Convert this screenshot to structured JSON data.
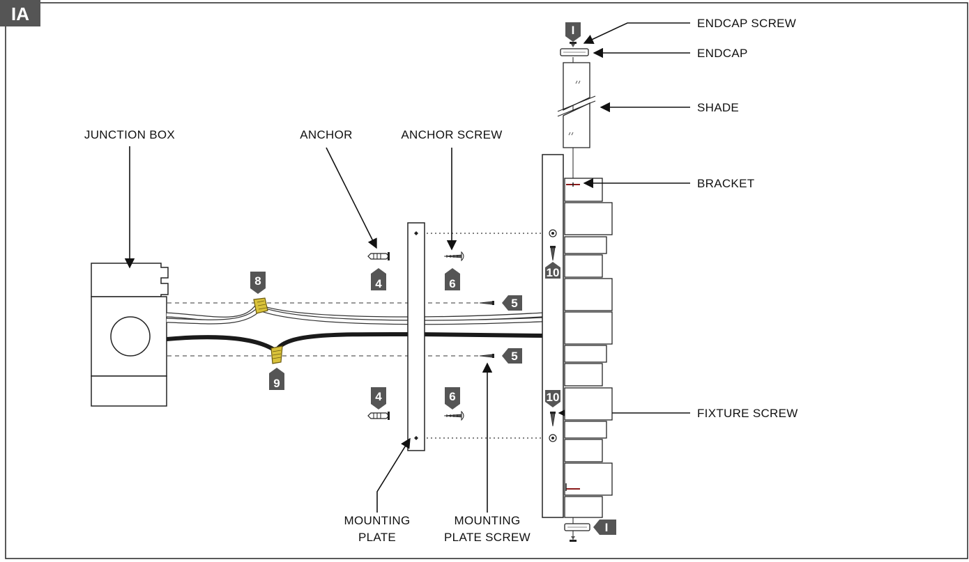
{
  "figure_id": "IA",
  "labels": {
    "junction_box": "JUNCTION BOX",
    "anchor": "ANCHOR",
    "anchor_screw": "ANCHOR SCREW",
    "endcap_screw": "ENDCAP SCREW",
    "endcap": "ENDCAP",
    "shade": "SHADE",
    "bracket": "BRACKET",
    "fixture_screw": "FIXTURE SCREW",
    "mounting_plate_line1": "MOUNTING",
    "mounting_plate_line2": "PLATE",
    "mounting_plate_screw_line1": "MOUNTING",
    "mounting_plate_screw_line2": "PLATE SCREW"
  },
  "callouts": {
    "endcap_screw_top": "I",
    "endcap_bottom": "I",
    "anchor_top": "4",
    "anchor_bottom": "4",
    "anchor_screw_top": "6",
    "anchor_screw_bottom": "6",
    "wire_screw_top": "5",
    "wire_screw_bottom": "5",
    "wire_nut_white": "8",
    "wire_nut_black": "9",
    "fixture_screw_top": "10",
    "fixture_screw_bottom": "10"
  },
  "colors": {
    "badge": "#555555",
    "wire_nut": "#d9c23a",
    "bracket_accent": "#8b1a1a",
    "black_wire": "#1a1a1a"
  }
}
